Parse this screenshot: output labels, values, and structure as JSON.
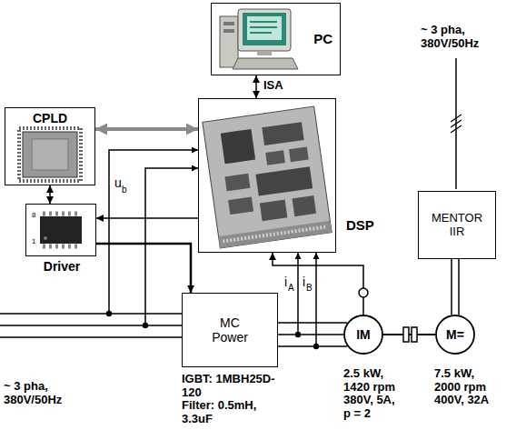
{
  "diagram": {
    "nodes": [
      {
        "text": [
          "PC"
        ]
      },
      {
        "text": [
          "DSP"
        ]
      },
      {
        "text": [
          "CPLD"
        ]
      },
      {
        "text": [
          "Driver"
        ]
      },
      {
        "text": [
          "MC Power"
        ]
      },
      {
        "text": [
          "IM"
        ]
      },
      {
        "text": [
          "M="
        ]
      },
      {
        "text": [
          "MENTOR IIR"
        ]
      }
    ],
    "edges": [
      {
        "from": 0,
        "to": 1,
        "arrow": "both",
        "label": "ISA"
      },
      {
        "from": 2,
        "to": 1,
        "arrow": "both"
      },
      {
        "from": 2,
        "to": 3,
        "arrow": "both"
      },
      {
        "from": 1,
        "to": 3,
        "arrow": "to"
      },
      {
        "from": 3,
        "to": 4,
        "arrow": "to"
      },
      {
        "from": 4,
        "to": 5,
        "arrow": "none"
      },
      {
        "from": 5,
        "to": 1,
        "arrow": "to"
      },
      {
        "from": 5,
        "to": 6,
        "arrow": "none"
      },
      {
        "from": 7,
        "to": 6,
        "arrow": "none"
      }
    ],
    "labels": [
      "~ 3 pha, 380V/50Hz",
      "u",
      "b",
      "i",
      "A",
      "i",
      "B",
      "8",
      "1",
      "~ 3 pha, 380V/50Hz",
      "IGBT: 1MBH25D-120",
      "Filter: 0.5mH, 3.3uF",
      "2.5 kW, 1420 rpm 380V, 5A, p = 2",
      "7.5 kW, 2000 rpm 400V, 32A"
    ]
  }
}
